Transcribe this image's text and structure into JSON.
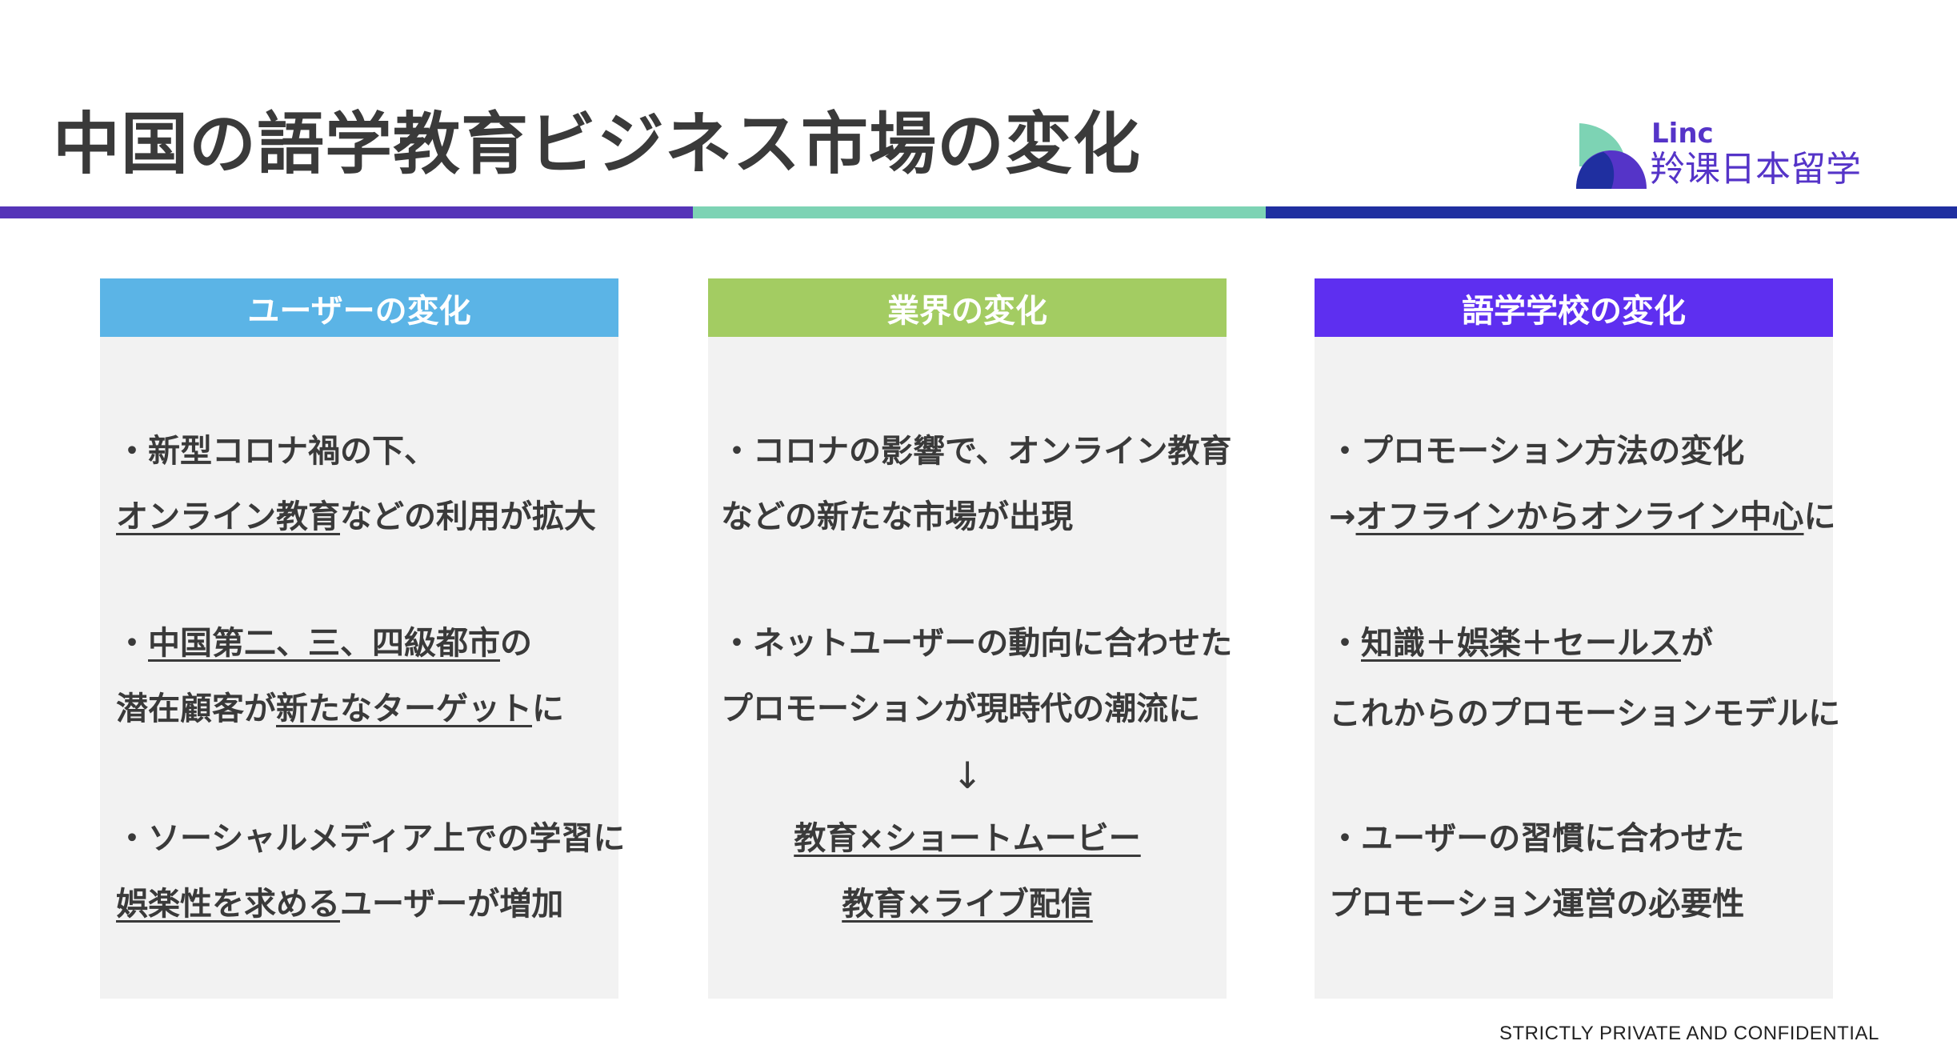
{
  "title": "中国の語学教育ビジネス市場の変化",
  "logo": {
    "brand": "Linc",
    "name_cn": "羚课日本留学"
  },
  "colors": {
    "stripe_purple": "#5534b8",
    "stripe_green": "#7dd3b4",
    "stripe_blue": "#1f2fa0",
    "header_user": "#5bb4e6",
    "header_industry": "#a3cc62",
    "header_school": "#5e2ff0",
    "column_bg": "#f2f2f2"
  },
  "columns": [
    {
      "header": "ユーザーの変化",
      "p1": {
        "l1": "・新型コロナ禍の下、",
        "l2_u": "オンライン教育",
        "l2_rest": "などの利用が拡大"
      },
      "p2": {
        "l1_pre": "・",
        "l1_u": "中国第二、三、四級都市",
        "l1_rest": "の",
        "l2_pre": "潜在顧客が",
        "l2_u": "新たなターゲット",
        "l2_rest": "に"
      },
      "p3": {
        "l1": "・ソーシャルメディア上での学習に",
        "l2_u": "娯楽性を求める",
        "l2_rest": "ユーザーが増加"
      }
    },
    {
      "header": "業界の変化",
      "p1": {
        "l1": "・コロナの影響で、オンライン教育",
        "l2": "などの新たな市場が出現"
      },
      "p2": {
        "l1": "・ネットユーザーの動向に合わせた",
        "l2": "プロモーションが現時代の潮流に"
      },
      "arrow": "↓",
      "p3": {
        "l1": "教育×ショートムービー",
        "l2": "教育×ライブ配信"
      }
    },
    {
      "header": "語学学校の変化",
      "p1": {
        "l1": "・プロモーション方法の変化",
        "l2_pre": "→",
        "l2_u": "オフラインからオンライン中心",
        "l2_rest": "に"
      },
      "p2": {
        "l1_pre": "・",
        "l1_u": "知識＋娯楽＋セールス",
        "l1_rest": "が",
        "l2": "これからのプロモーションモデルに"
      },
      "p3": {
        "l1": "・ユーザーの習慣に合わせた",
        "l2": "プロモーション運営の必要性"
      }
    }
  ],
  "footer": "STRICTLY PRIVATE AND CONFIDENTIAL"
}
